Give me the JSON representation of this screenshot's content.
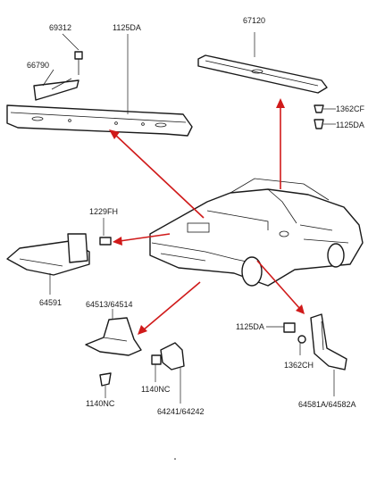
{
  "labels": {
    "p69312": "69312",
    "p1125DA_top": "1125DA",
    "p66790": "66790",
    "p67120": "67120",
    "p1362CF": "1362CF",
    "p1125DA_right": "1125DA",
    "p1229FH": "1229FH",
    "p64591": "64591",
    "p64513": "64513/64514",
    "p1125DA_mid": "1125DA",
    "p1362CH": "1362CH",
    "p1140NC_left": "1140NC",
    "p1140NC_mid": "1140NC",
    "p64241": "64241/64242",
    "p64581": "64581A/64582A"
  },
  "colors": {
    "line": "#1a1a1a",
    "arrow": "#d01a1a",
    "background": "#ffffff"
  }
}
